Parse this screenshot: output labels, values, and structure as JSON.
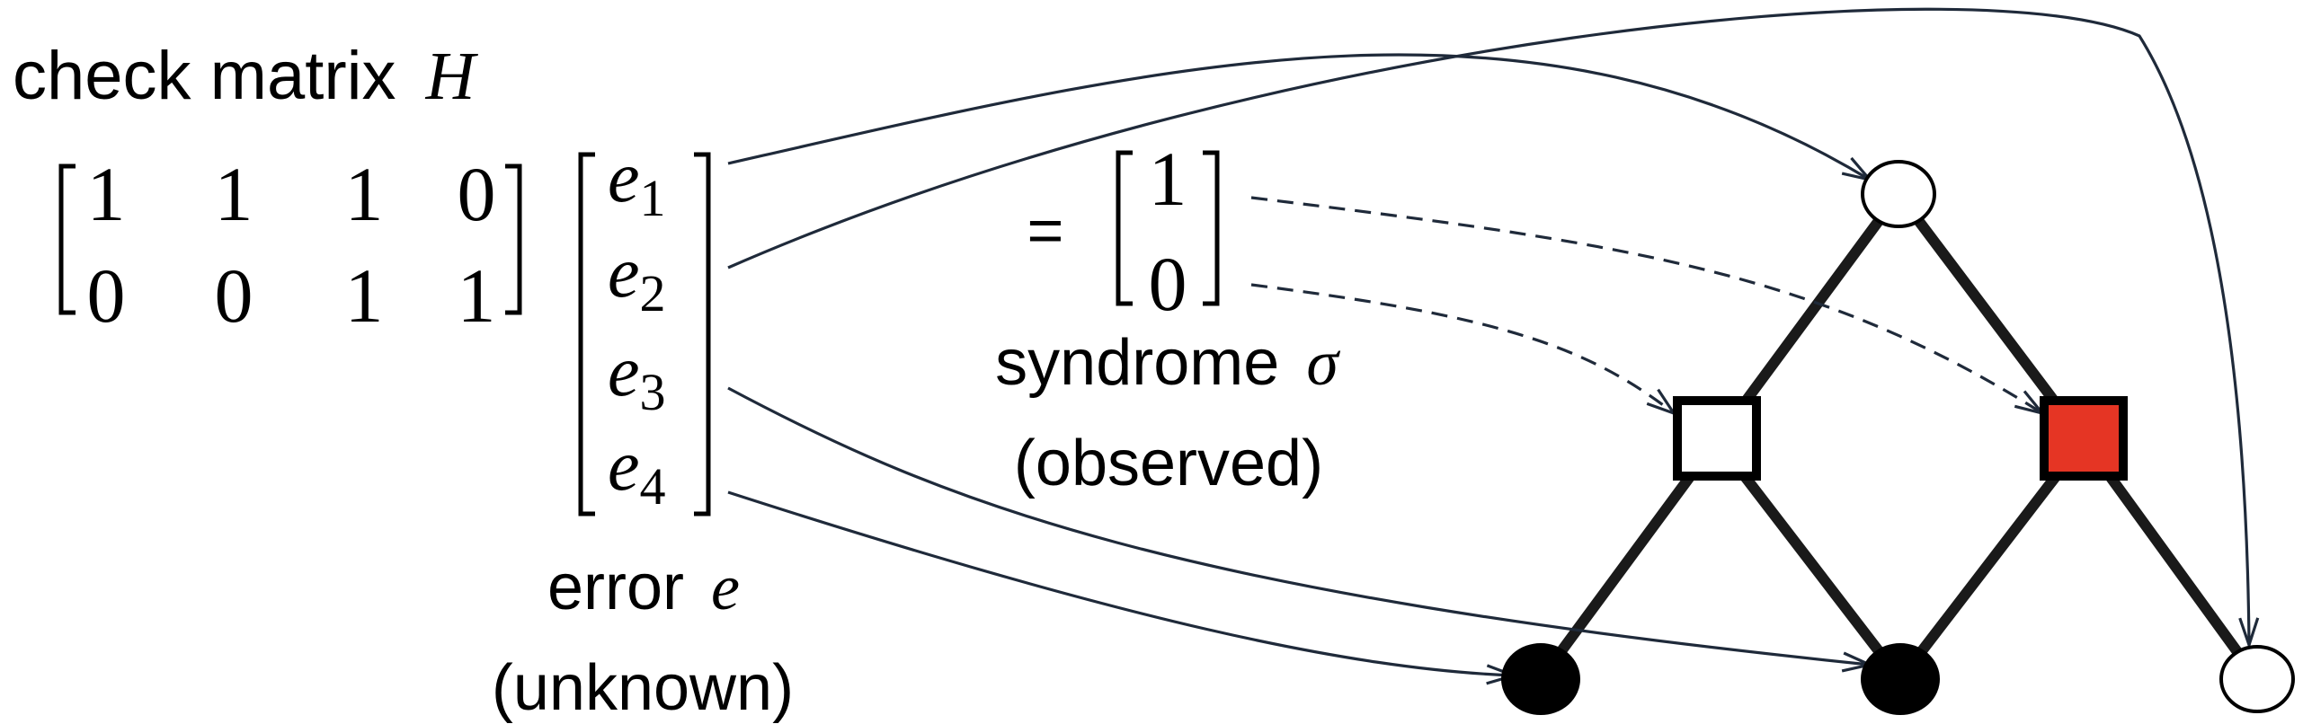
{
  "labels": {
    "check_matrix_text": "check matrix",
    "check_matrix_symbol": "H",
    "equals": "=",
    "syndrome_text": "syndrome",
    "syndrome_symbol": "σ",
    "syndrome_note": "(observed)",
    "error_text": "error",
    "error_symbol": "e",
    "error_note": "(unknown)"
  },
  "matrix": {
    "rows": [
      [
        "1",
        "1",
        "1",
        "0"
      ],
      [
        "0",
        "0",
        "1",
        "1"
      ]
    ]
  },
  "error_vector": [
    {
      "base": "e",
      "sub": "1"
    },
    {
      "base": "e",
      "sub": "2"
    },
    {
      "base": "e",
      "sub": "3"
    },
    {
      "base": "e",
      "sub": "4"
    }
  ],
  "syndrome_vector": [
    "1",
    "0"
  ],
  "colors": {
    "flipped_check": "#e53524",
    "unflipped_check": "#ffffff",
    "error_node_filled": "#000000",
    "error_node_empty": "#ffffff",
    "arrow": "#1f2a3a",
    "edge": "#1a1a1a"
  }
}
